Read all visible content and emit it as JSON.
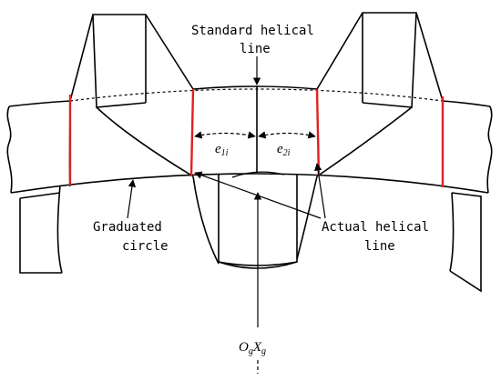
{
  "labels": {
    "standard_helical_line": [
      "Standard helical",
      "line"
    ],
    "graduated_circle": [
      "Graduated",
      "circle"
    ],
    "actual_helical_line": [
      "Actual helical",
      "line"
    ],
    "e1": {
      "main": "e",
      "sub": "1i"
    },
    "e2": {
      "main": "e",
      "sub": "2i"
    },
    "axis": {
      "o": "O",
      "o_sub": "g",
      "x": "X",
      "x_sub": "g"
    }
  },
  "colors": {
    "outline": "#000000",
    "actual_line": "#e02020",
    "background": "#ffffff"
  }
}
